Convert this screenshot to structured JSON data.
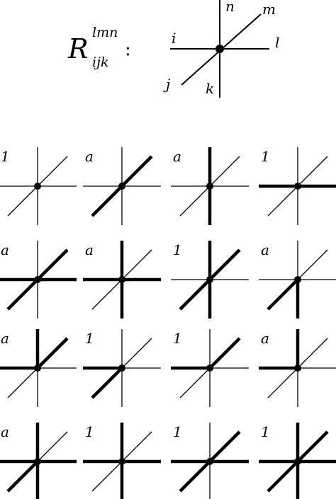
{
  "formula": {
    "symbol": "R",
    "superscript": "lmn",
    "subscript": "ijk",
    "colon": ":"
  },
  "legend": {
    "labels": {
      "i": "i",
      "j": "j",
      "k": "k",
      "l": "l",
      "m": "m",
      "n": "n"
    }
  },
  "vertices": [
    {
      "weight": "1",
      "thick": []
    },
    {
      "weight": "a",
      "thick": [
        "j",
        "m"
      ]
    },
    {
      "weight": "a",
      "thick": [
        "k",
        "n"
      ]
    },
    {
      "weight": "1",
      "thick": [
        "i",
        "l"
      ]
    },
    {
      "weight": "a",
      "thick": [
        "i",
        "l",
        "j",
        "m"
      ]
    },
    {
      "weight": "a",
      "thick": [
        "i",
        "l",
        "k",
        "n"
      ]
    },
    {
      "weight": "1",
      "thick": [
        "j",
        "m",
        "k",
        "n"
      ]
    },
    {
      "weight": "a",
      "thick": [
        "j",
        "k"
      ]
    },
    {
      "weight": "a",
      "thick": [
        "i",
        "m",
        "n"
      ]
    },
    {
      "weight": "1",
      "thick": [
        "i",
        "j"
      ]
    },
    {
      "weight": "1",
      "thick": [
        "i",
        "m"
      ]
    },
    {
      "weight": "a",
      "thick": [
        "i",
        "n"
      ]
    },
    {
      "weight": "a",
      "thick": [
        "i",
        "l",
        "j",
        "k",
        "n"
      ]
    },
    {
      "weight": "1",
      "thick": [
        "i",
        "l",
        "k",
        "n"
      ]
    },
    {
      "weight": "1",
      "thick": [
        "i",
        "l",
        "j",
        "m"
      ]
    },
    {
      "weight": "1",
      "thick": [
        "i",
        "l",
        "j",
        "m",
        "k",
        "n"
      ]
    }
  ]
}
